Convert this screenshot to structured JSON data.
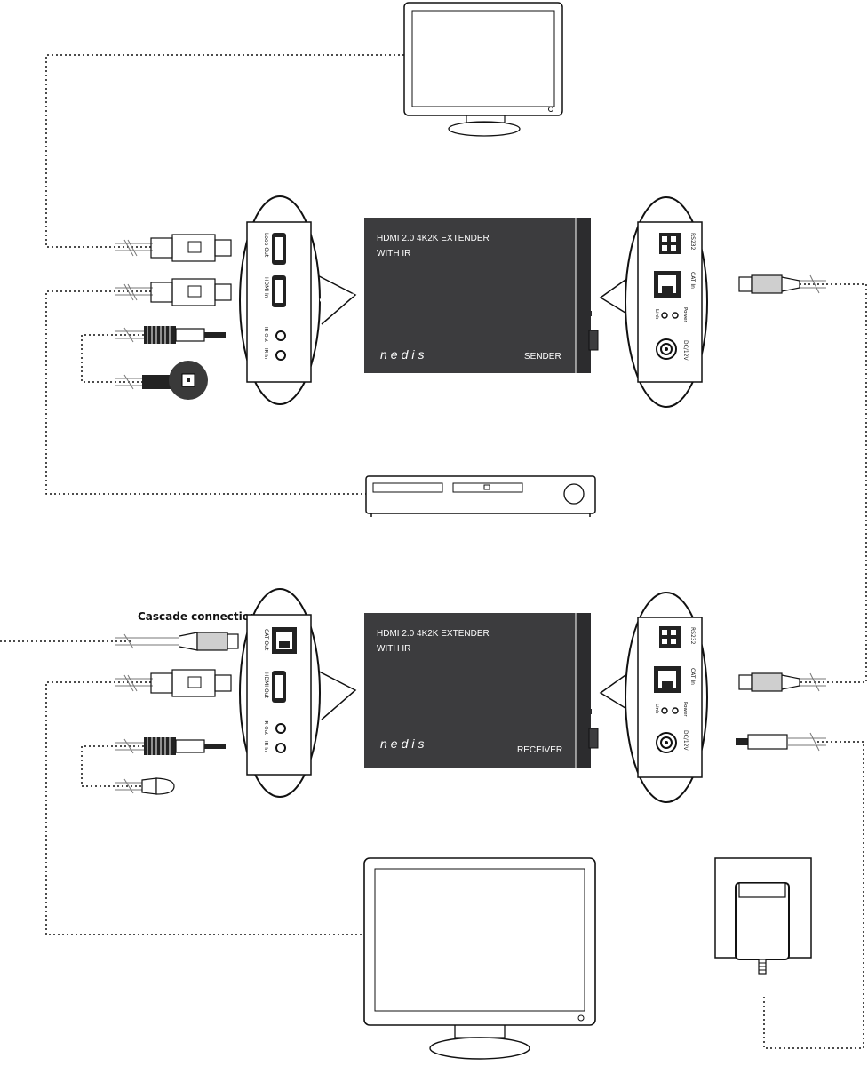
{
  "sender": {
    "title_line1": "HDMI 2.0 4K2K EXTENDER",
    "title_line2": "WITH IR",
    "brand": "nedis",
    "label": "SENDER",
    "left_ports": [
      "Loop Out",
      "HDMI In",
      "IR Out",
      "IR In"
    ],
    "right_ports": [
      "RS232",
      "CAT In",
      "Link",
      "Power",
      "DC/12V"
    ]
  },
  "receiver": {
    "title_line1": "HDMI 2.0 4K2K EXTENDER",
    "title_line2": "WITH IR",
    "brand": "nedis",
    "label": "RECEIVER",
    "left_ports": [
      "CAT Out",
      "HDMI Out",
      "IR Out",
      "IR In"
    ],
    "right_ports": [
      "RS232",
      "CAT In",
      "Link",
      "Power",
      "DC/12V"
    ]
  },
  "cascade_label": "Cascade connection",
  "icons": [
    "monitor-icon",
    "hdmi-plug-icon",
    "rj45-plug-icon",
    "ir-jack-icon",
    "ir-receiver-icon",
    "ir-emitter-icon",
    "media-player-icon",
    "power-adapter-icon"
  ],
  "colors": {
    "box": "#3c3c3e",
    "line": "#111111",
    "background": "#ffffff"
  }
}
